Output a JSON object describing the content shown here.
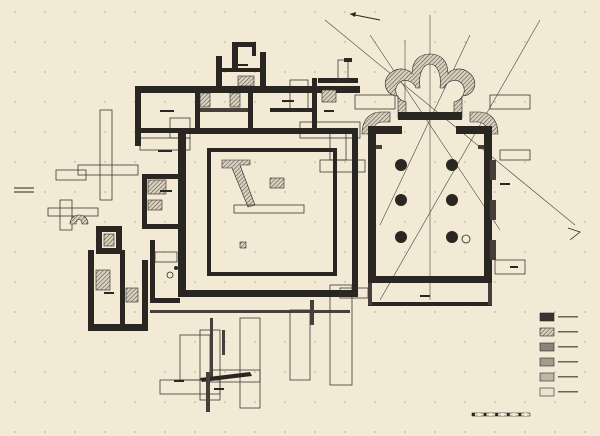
{
  "legend": {
    "items": [
      {
        "fill": "#3a3530",
        "pattern": "solid"
      },
      {
        "fill": "#5a544c",
        "pattern": "hatch"
      },
      {
        "fill": "#8c8478",
        "pattern": "solid"
      },
      {
        "fill": "#a39b8e",
        "pattern": "solid"
      },
      {
        "fill": "#bdb6a9",
        "pattern": "solid"
      },
      {
        "fill": "#ebe3d2",
        "pattern": "solid"
      }
    ]
  },
  "colors": {
    "paper": "#f3ead6",
    "ink": "#2a2622"
  }
}
